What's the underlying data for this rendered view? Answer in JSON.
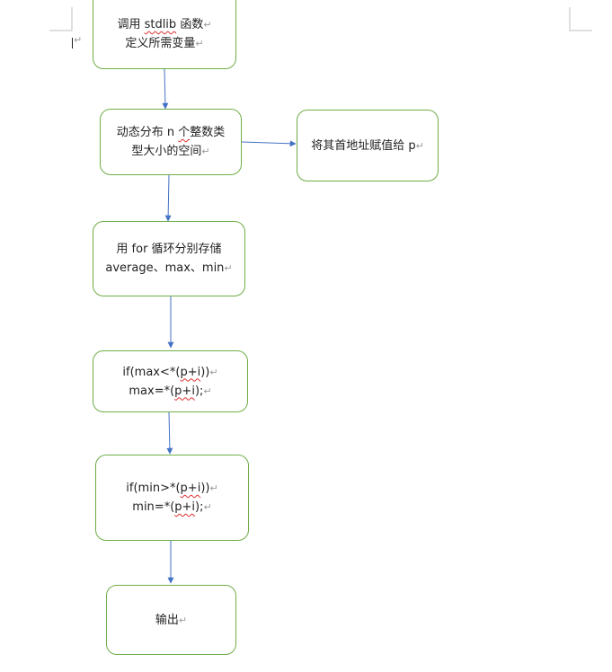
{
  "nodes": {
    "n1": {
      "line1": {
        "pre": "调用 ",
        "squig": "stdlib",
        "post": " 函数"
      },
      "line2": "定义所需变量"
    },
    "n2": {
      "line1": {
        "pre": "动态分布 n ",
        "squig": "个",
        "post": "整数类"
      },
      "line2": "型大小的空间"
    },
    "n3": {
      "line1": "将其首地址赋值给 p"
    },
    "n4": {
      "line1": "用 for 循环分别存储",
      "line2": "average、max、min"
    },
    "n5": {
      "line1": {
        "pre": "if(max<*(",
        "squig": "p+i",
        "post": "))"
      },
      "line2": {
        "pre": "max=*(",
        "squig": "p+i",
        "post": ");"
      }
    },
    "n6": {
      "line1": {
        "pre": "if(min>*(",
        "squig": "p+i",
        "post": "))"
      },
      "line2": {
        "pre": "min=*(",
        "squig": "p+i",
        "post": ");"
      }
    },
    "n7": {
      "line1": "输出"
    }
  },
  "paragraph_mark": "↵",
  "colors": {
    "border": "#70ad47",
    "arrow": "#4472c4",
    "squiggle": "#e03030",
    "corner": "#bfbfbf"
  }
}
